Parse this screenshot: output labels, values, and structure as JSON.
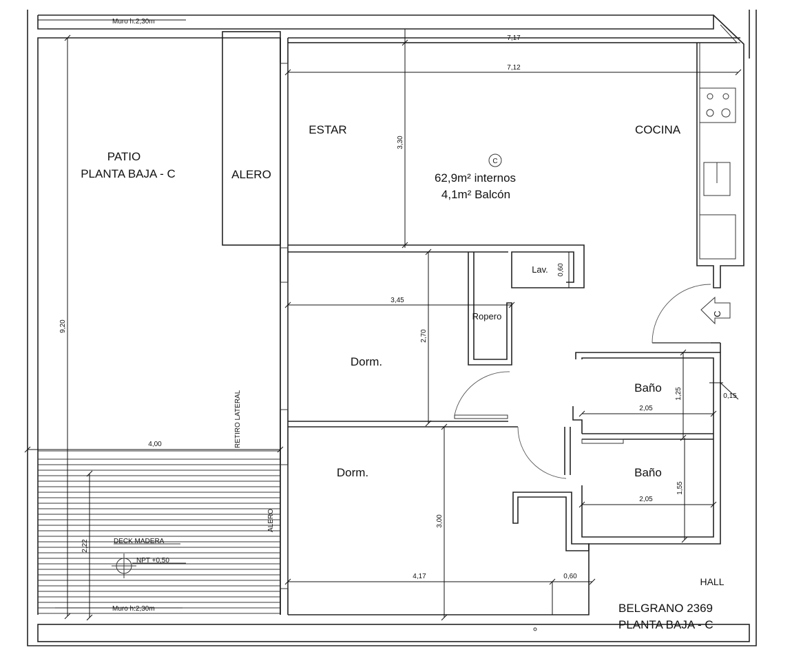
{
  "walls": {
    "top_wall": "Muro h:2,30m",
    "bottom_wall": "Muro h:2,30m"
  },
  "areas": {
    "patio_line1": "PATIO",
    "patio_line2": "PLANTA BAJA - C",
    "alero_upper": "ALERO",
    "alero_lower": "ALERO",
    "retiro": "RETIRO LATERAL",
    "deck": "DECK MADERA",
    "npt": "NPT +0,50"
  },
  "rooms": {
    "estar": "ESTAR",
    "cocina": "COCINA",
    "lav": "Lav.",
    "ropero": "Ropero",
    "dorm1": "Dorm.",
    "dorm2": "Dorm.",
    "bano1": "Baño",
    "bano2": "Baño",
    "hall": "HALL"
  },
  "unit": {
    "marker": "C",
    "area_internal": "62,9m² internos",
    "area_balcony": "4,1m² Balcón",
    "entry_marker": "C"
  },
  "dimensions": {
    "d717": "7,17",
    "d712": "7,12",
    "d330": "3,30",
    "d920": "9,20",
    "d400": "4,00",
    "d060a": "0,60",
    "d345": "3,45",
    "d270": "2,70",
    "d125": "1,25",
    "d015": "0,15",
    "d205a": "2,05",
    "d155": "1,55",
    "d205b": "2,05",
    "d300": "3,00",
    "d417": "4,17",
    "d060b": "0,60",
    "d222": "2,22"
  },
  "title_block": {
    "line1": "BELGRANO 2369",
    "line2": "PLANTA BAJA - C"
  }
}
